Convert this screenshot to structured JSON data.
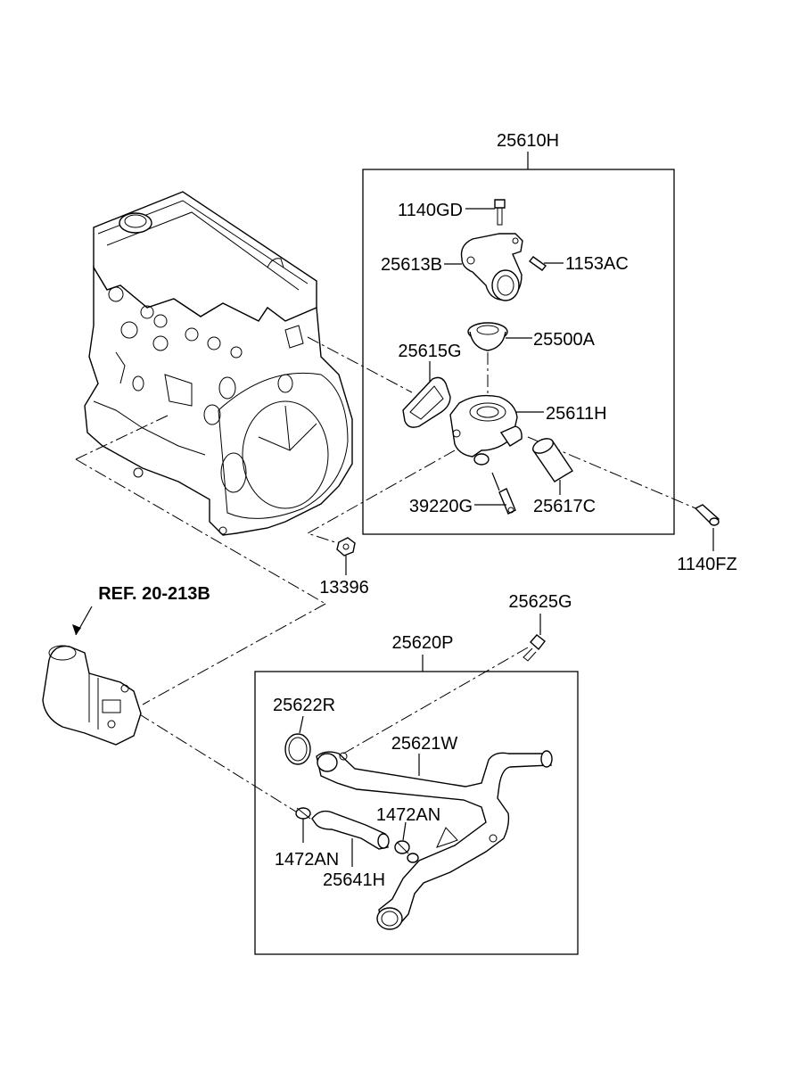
{
  "diagram": {
    "groups": {
      "thermostat_group": "25610H",
      "pipe_group": "25620P"
    },
    "reference": "REF. 20-213B",
    "part_labels": {
      "p25610H": "25610H",
      "p1140GD": "1140GD",
      "p25613B": "25613B",
      "p1153AC": "1153AC",
      "p25500A": "25500A",
      "p25615G": "25615G",
      "p25611H": "25611H",
      "p39220G": "39220G",
      "p25617C": "25617C",
      "p1140FZ": "1140FZ",
      "p13396": "13396",
      "p25625G": "25625G",
      "p25620P": "25620P",
      "p25622R": "25622R",
      "p25621W": "25621W",
      "p1472AN_a": "1472AN",
      "p1472AN_b": "1472AN",
      "p25641H": "25641H"
    }
  }
}
